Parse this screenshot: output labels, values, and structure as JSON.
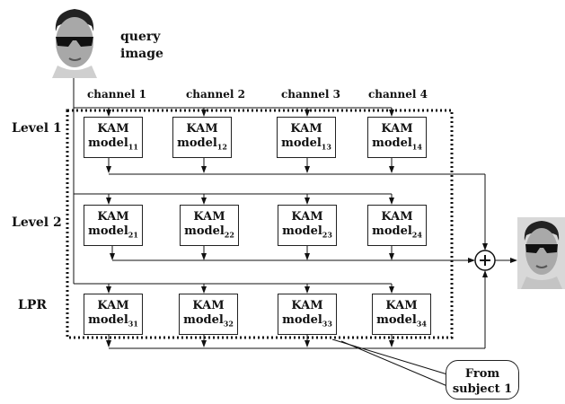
{
  "query_label": {
    "line1": "query",
    "line2": "image"
  },
  "channels": [
    "channel 1",
    "channel 2",
    "channel 3",
    "channel 4"
  ],
  "levels": [
    "Level 1",
    "Level 2",
    "LPR"
  ],
  "model_word": "KAM",
  "model_prefix": "model",
  "models": [
    [
      "11",
      "12",
      "13",
      "14"
    ],
    [
      "21",
      "22",
      "23",
      "24"
    ],
    [
      "31",
      "32",
      "33",
      "34"
    ]
  ],
  "sum_symbol": "+",
  "callout": {
    "line1": "From",
    "line2": "subject 1"
  },
  "icons": {
    "query_face": "face-with-sunglasses-photo",
    "output_face": "face-with-sunglasses-photo",
    "sum": "plus-circle-icon"
  }
}
